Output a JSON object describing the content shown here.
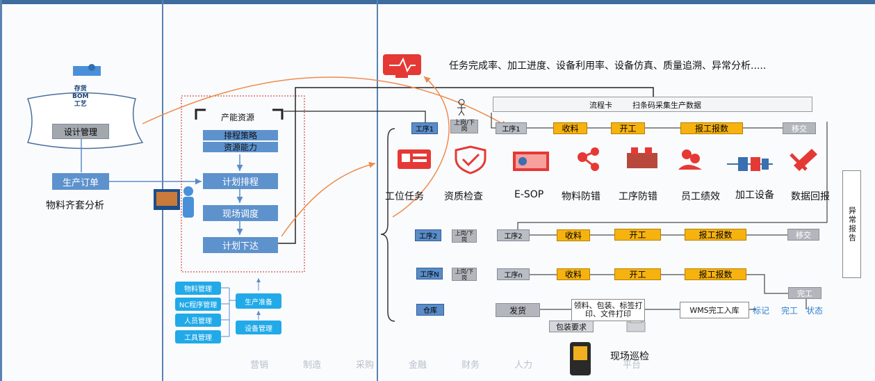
{
  "metrics_text": "任务完成率、加工进度、设备利用率、设备仿真、质量追溯、异常分析.....",
  "left": {
    "cloud_lines": [
      "存货",
      "BOM",
      "工艺"
    ],
    "design_mgmt": "设计管理",
    "prod_order": "生产订单",
    "kitting": "物料齐套分析"
  },
  "capacity": {
    "title": "产能资源",
    "strategy": "排程策略",
    "ability": "资源能力",
    "plan_sched": "计划排程",
    "dispatch": "现场调度",
    "release": "计划下达"
  },
  "prep": {
    "items": [
      "物料管理",
      "NC程序管理",
      "人员管理",
      "工具管理"
    ],
    "prod_prep": "生产准备",
    "equip_mgmt": "设备管理"
  },
  "flow_card": {
    "label": "流程卡",
    "scan": "扫条码采集生产数据"
  },
  "on_off": "上岗/下岗",
  "row1": {
    "proc_left": "工序1",
    "proc": "工序1",
    "steps": [
      "收料",
      "开工",
      "报工报数"
    ],
    "end": "移交"
  },
  "row2": {
    "proc_left": "工序2",
    "on_off": "上岗/下岗",
    "proc": "工序2",
    "steps": [
      "收料",
      "开工",
      "报工报数"
    ],
    "end": "移交"
  },
  "rown": {
    "proc_left": "工序N",
    "on_off": "上岗/下岗",
    "proc": "工序n",
    "steps": [
      "收料",
      "开工",
      "报工报数"
    ],
    "end": "完工"
  },
  "warehouse": {
    "label": "仓库",
    "ship": "发货",
    "labels": "领料、包装、标签打印、文件打印",
    "pack": "包装要求",
    "wms": "WMS完工入库",
    "mark": "标记",
    "done": "完工",
    "status": "状态"
  },
  "features": [
    "工位任务",
    "资质检查",
    "E-SOP",
    "物料防错",
    "工序防错",
    "员工绩效",
    "加工设备",
    "数据回报"
  ],
  "exception": "异常报告",
  "patrol": "现场巡检",
  "footer": [
    "营销",
    "制造",
    "采购",
    "金融",
    "财务",
    "人力",
    "",
    "平台"
  ],
  "colors": {
    "blue": "#5b8fc9",
    "gold": "#f6b20f",
    "orange": "#f08a4b",
    "red": "#e53935",
    "cyan": "#21a9e8"
  }
}
